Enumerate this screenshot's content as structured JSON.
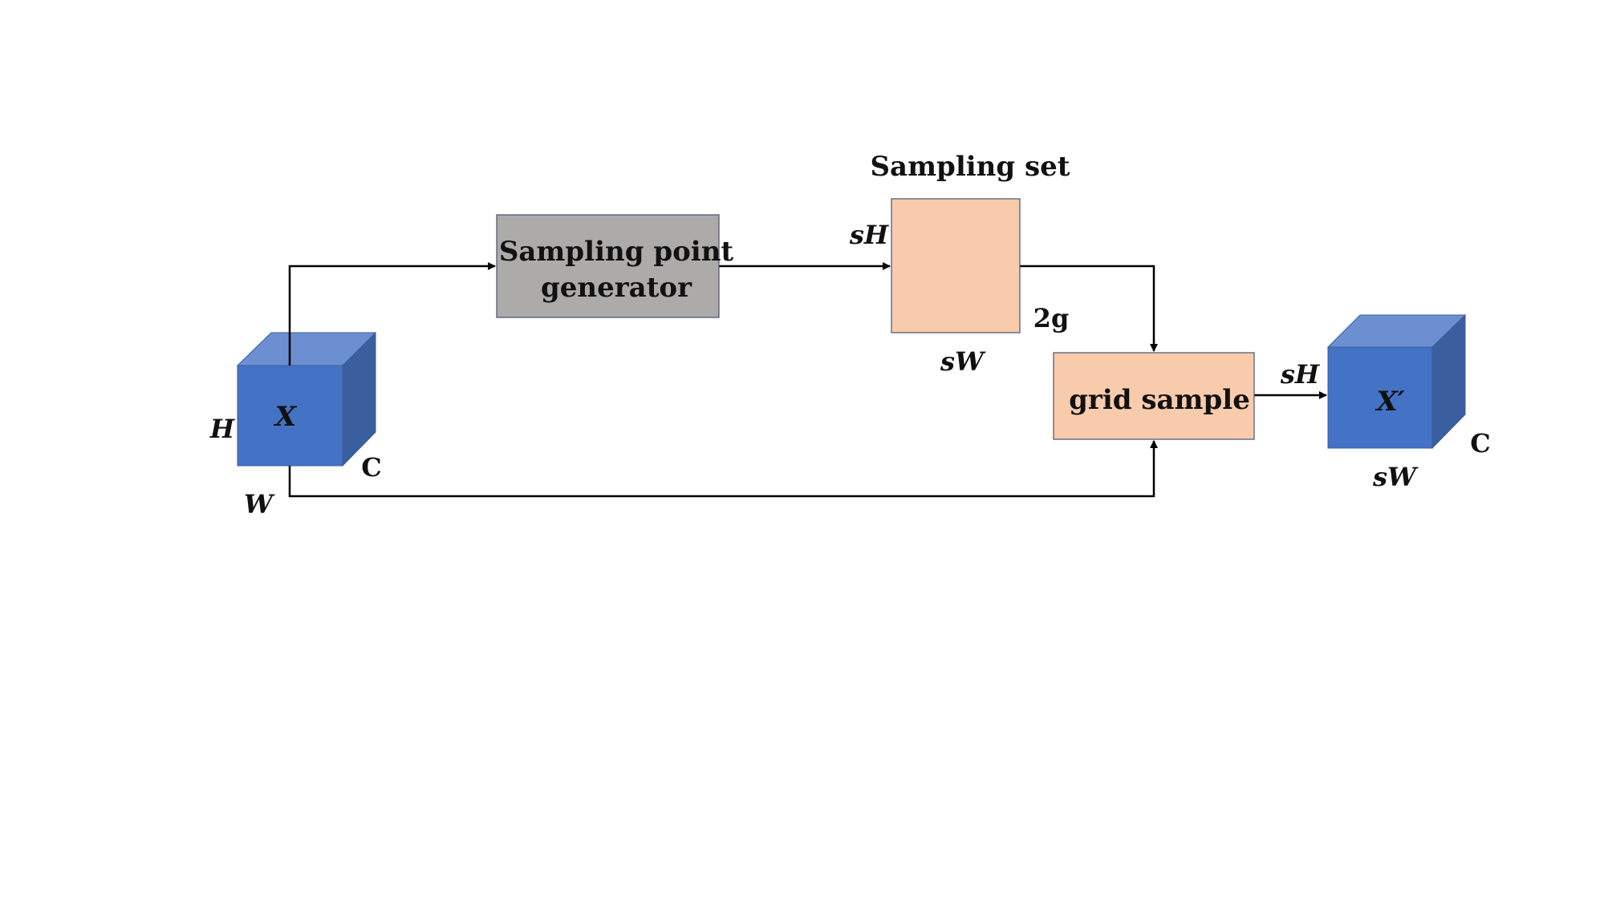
{
  "diagram": {
    "colors": {
      "cube_front": "#4472C4",
      "cube_top": "#6B8FD1",
      "cube_side": "#3A5E9E",
      "generator_fill": "#ADAAAA",
      "peach_fill": "#F8CBAD",
      "box_border": "#44546A",
      "line": "#000000"
    },
    "input_tensor": {
      "label": "X",
      "height_label": "H",
      "width_label": "W",
      "channel_label": "C"
    },
    "generator": {
      "line1": "Sampling point",
      "line2": "generator"
    },
    "sampling_set": {
      "title": "Sampling set",
      "height_label": "sH",
      "width_label": "sW",
      "channel_label": "2g"
    },
    "grid_sample": {
      "label": "grid sample"
    },
    "output_tensor": {
      "label": "X′",
      "height_label": "sH",
      "width_label": "sW",
      "channel_label": "C"
    }
  }
}
